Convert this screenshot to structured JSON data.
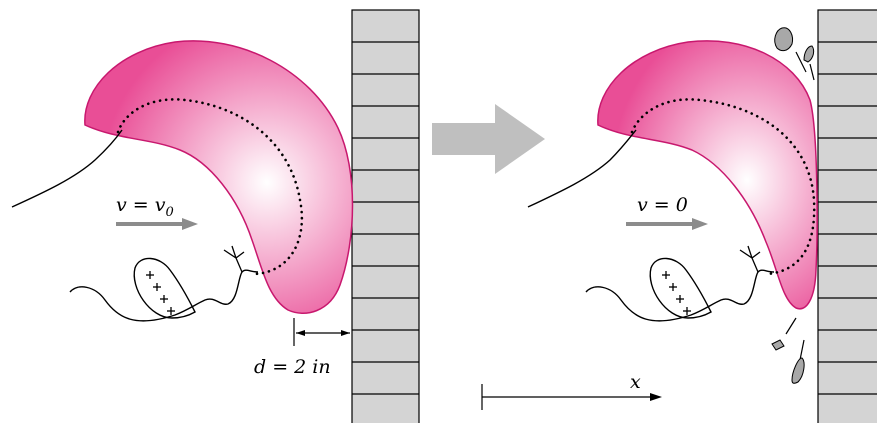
{
  "colors": {
    "body_fill_inner": "#ffffff",
    "body_fill_outer": "#e94e96",
    "body_stroke": "#c8186e",
    "wall_fill": "#d4d4d4",
    "arrow_gray": "#8c8c8c",
    "big_arrow_gray": "#bfbfbf",
    "debris_fill": "#a8a8a8"
  },
  "labels": {
    "before": {
      "velocity_var": "v",
      "velocity_eq": " = ",
      "velocity_val": "v",
      "velocity_sub": "0",
      "distance_var": "d",
      "distance_rest": " = 2 in"
    },
    "after": {
      "velocity_var": "v",
      "velocity_eq": " = 0"
    },
    "axis_var": "x"
  },
  "icons": {
    "transition_arrow": "right-arrow-icon",
    "velocity_arrow": "right-arrow-icon"
  }
}
